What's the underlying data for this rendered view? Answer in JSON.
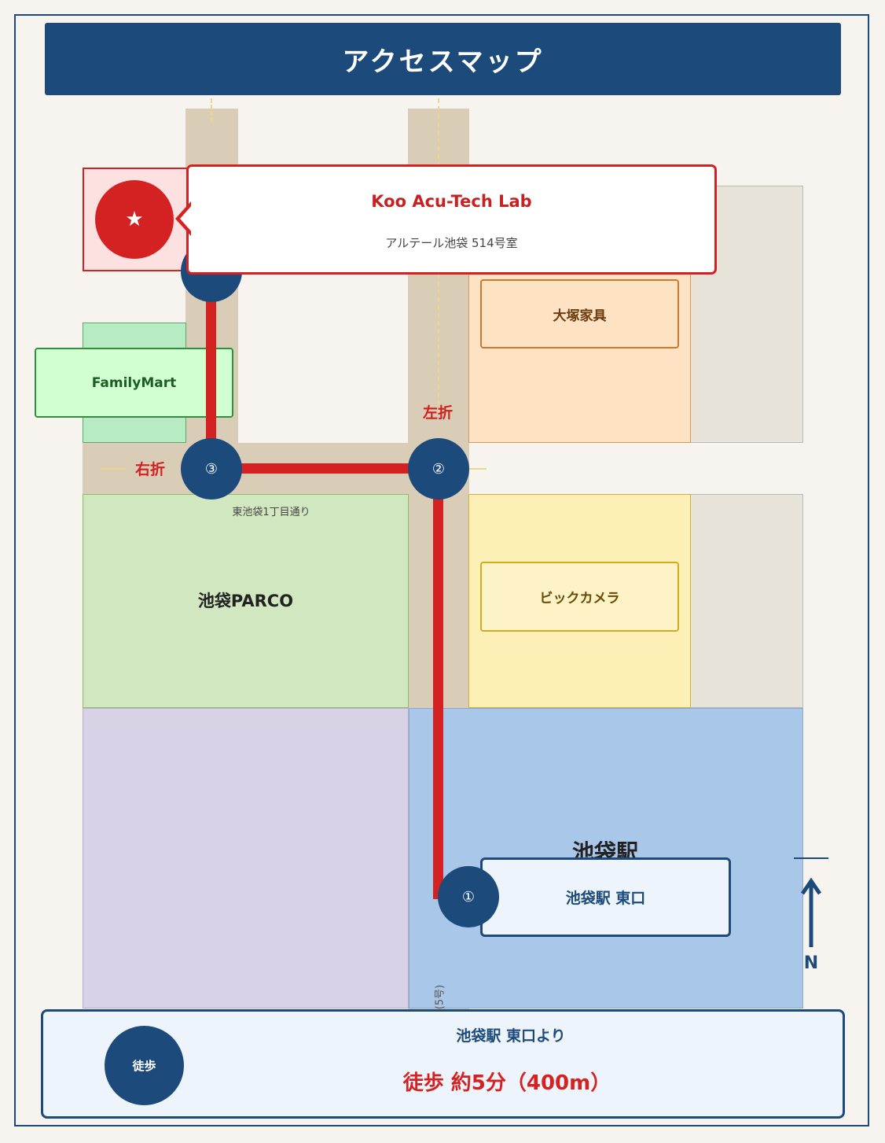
{
  "header": {
    "title": "アクセスマップ"
  },
  "destination": {
    "name": "Koo Acu-Tech Lab",
    "address": "アルテール池袋 514号室",
    "marker_icon": "★"
  },
  "landmarks": {
    "familymart": "FamilyMart",
    "otsuka": "大塚家具",
    "bic": "ビックカメラ",
    "parco": "池袋PARCO",
    "station_big": "池袋駅",
    "station_exit": "池袋駅 東口"
  },
  "roads": {
    "east_ikebukuro_1": "東池袋1丁目通り",
    "route_road_vertical": "(5号)"
  },
  "steps": [
    {
      "num": "①"
    },
    {
      "num": "②",
      "turn": "左折"
    },
    {
      "num": "③",
      "turn": "右折"
    }
  ],
  "compass": {
    "label": "N"
  },
  "footer": {
    "badge": "徒歩",
    "from": "池袋駅 東口より",
    "time": "徒歩 約5分（400m）"
  },
  "colors": {
    "navy": "#1c4b7b",
    "route_red": "#d42222",
    "road": "#dacdb7",
    "parco_green": "#d0e7c0",
    "bic_yellow": "#fdf0b6",
    "otsuka_orange": "#fde2c3",
    "station_blue": "#a9c7e9",
    "purple_block": "#d9d1e6"
  }
}
